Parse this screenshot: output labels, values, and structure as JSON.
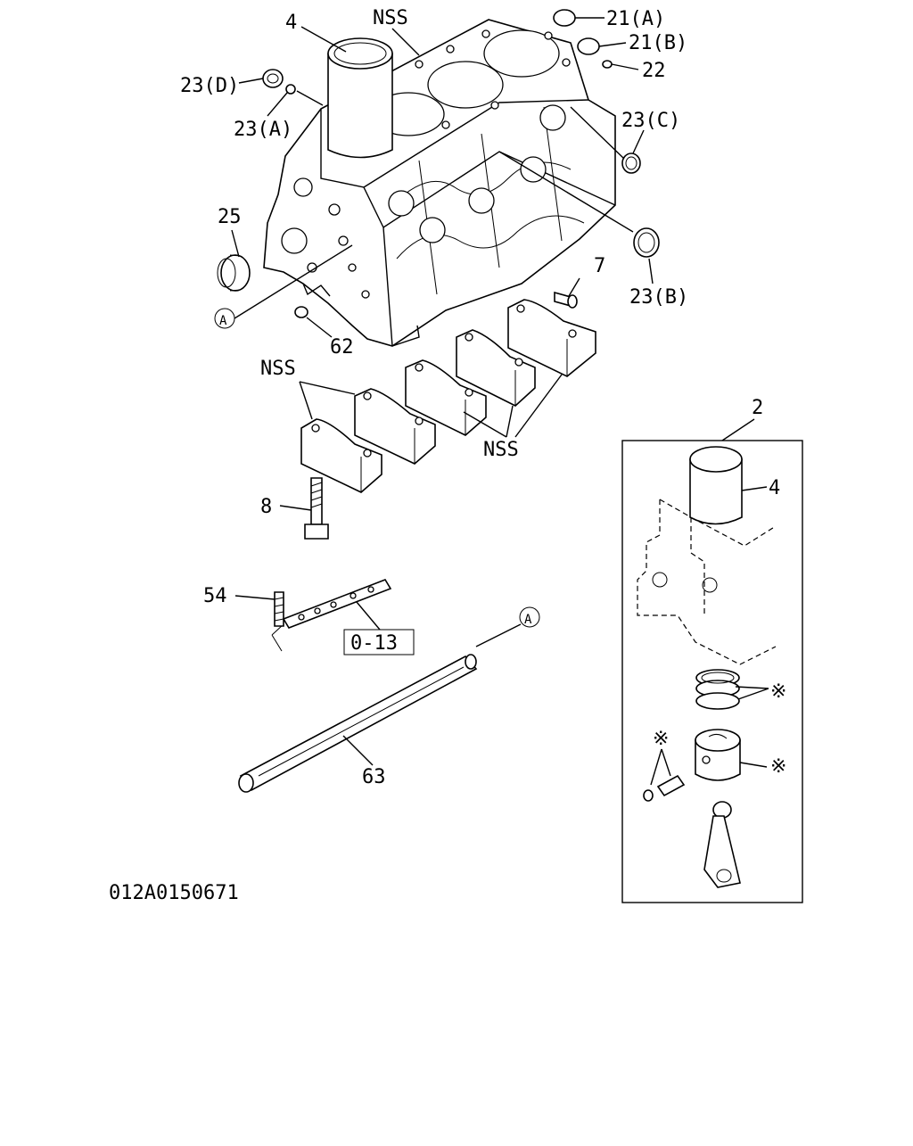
{
  "diagram_id": "012A0150671",
  "callouts": {
    "c4_top": "4",
    "nss_top": "NSS",
    "c21a": "21(A)",
    "c21b": "21(B)",
    "c22": "22",
    "c23d": "23(D)",
    "c23a": "23(A)",
    "c23c": "23(C)",
    "c25": "25",
    "c7": "7",
    "c23b": "23(B)",
    "ref_a1": "A",
    "c62": "62",
    "nss_left": "NSS",
    "nss_right": "NSS",
    "c8": "8",
    "c54": "54",
    "ref_box": "0-13",
    "ref_a2": "A",
    "c63": "63",
    "c2": "2",
    "c4_inset": "4",
    "star1": "※",
    "star2": "※",
    "star3": "※"
  }
}
